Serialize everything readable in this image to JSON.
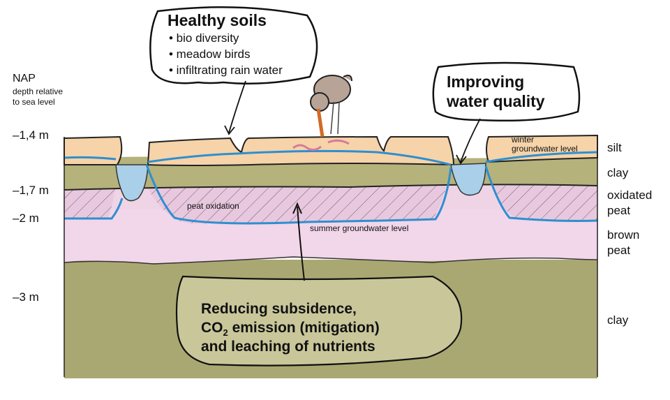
{
  "nap": {
    "title": "NAP",
    "subtitle_line1": "depth relative",
    "subtitle_line2": "to sea level"
  },
  "depth_labels": [
    "–1,4 m",
    "–1,7 m",
    "–2 m",
    "–3 m"
  ],
  "layer_labels": {
    "silt": "silt",
    "clay_upper": "clay",
    "oxidated_line1": "oxidated",
    "oxidated_line2": "peat",
    "brown_line1": "brown",
    "brown_line2": "peat",
    "clay_lower": "clay"
  },
  "annotations": {
    "winter_line1": "winter",
    "winter_line2": "groundwater level",
    "peat_oxidation": "peat oxidation",
    "summer_level": "summer groundwater level"
  },
  "callouts": {
    "healthy_soils": {
      "title": "Healthy soils",
      "bullets": [
        "• bio diversity",
        "• meadow birds",
        "• infiltrating rain water"
      ]
    },
    "water_quality": {
      "line1": "Improving",
      "line2": "water quality"
    },
    "subsidence": {
      "line1": "Reducing subsidence,",
      "line2_prefix": "CO",
      "line2_sub": "2",
      "line2_suffix": " emission  (mitigation)",
      "line3": "and leaching of nutrients"
    }
  },
  "colors": {
    "silt": "#f6d3a8",
    "clay": "#b3b07a",
    "clay_deep": "#a9a771",
    "oxidated_peat": "#e6c5dd",
    "brown_peat": "#f2d4e8",
    "ditch_water": "#a9cfe9",
    "groundwater_line": "#2d8fd0",
    "callout_fill": "#c9c79a",
    "outline": "#111111"
  }
}
